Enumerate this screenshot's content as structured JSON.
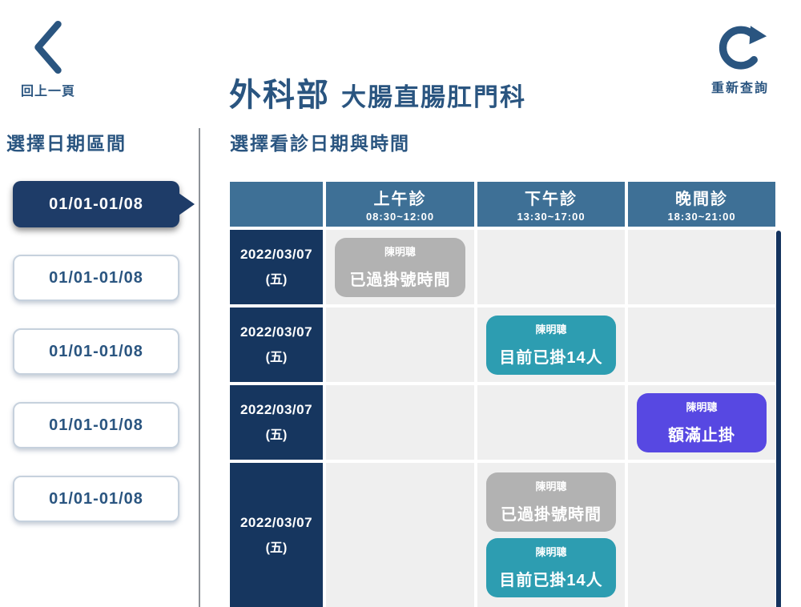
{
  "header": {
    "back_label": "回上一頁",
    "department": "外科部",
    "clinic": "大腸直腸肛門科",
    "refresh_label": "重新查詢"
  },
  "icons": {
    "back": "chevron-left-icon",
    "refresh": "refresh-clockwise-icon"
  },
  "sidebar": {
    "title": "選擇日期區間",
    "ranges": [
      {
        "label": "01/01-01/08",
        "selected": true
      },
      {
        "label": "01/01-01/08",
        "selected": false
      },
      {
        "label": "01/01-01/08",
        "selected": false
      },
      {
        "label": "01/01-01/08",
        "selected": false
      },
      {
        "label": "01/01-01/08",
        "selected": false
      }
    ]
  },
  "main": {
    "title": "選擇看診日期與時間",
    "table": {
      "columns": [
        {
          "label": "上午診",
          "time": "08:30~12:00"
        },
        {
          "label": "下午診",
          "time": "13:30~17:00"
        },
        {
          "label": "晚間診",
          "time": "18:30~21:00"
        }
      ],
      "rows": [
        {
          "date": "2022/03/07",
          "weekday": "(五)",
          "slots": {
            "morning": [
              {
                "doctor": "陳明聰",
                "status": "已過掛號時間",
                "type": "closed"
              }
            ],
            "afternoon": [],
            "evening": []
          }
        },
        {
          "date": "2022/03/07",
          "weekday": "(五)",
          "slots": {
            "morning": [],
            "afternoon": [
              {
                "doctor": "陳明聰",
                "status": "目前已掛14人",
                "type": "available"
              }
            ],
            "evening": []
          }
        },
        {
          "date": "2022/03/07",
          "weekday": "(五)",
          "slots": {
            "morning": [],
            "afternoon": [],
            "evening": [
              {
                "doctor": "陳明聰",
                "status": "額滿止掛",
                "type": "full"
              }
            ]
          }
        },
        {
          "date": "2022/03/07",
          "weekday": "(五)",
          "slots": {
            "morning": [],
            "afternoon": [
              {
                "doctor": "陳明聰",
                "status": "已過掛號時間",
                "type": "closed"
              },
              {
                "doctor": "陳明聰",
                "status": "目前已掛14人",
                "type": "available"
              }
            ],
            "evening": []
          }
        }
      ]
    }
  },
  "colors": {
    "navy_text": "#2a5580",
    "header_cell_blue": "#3e7096",
    "date_cell_navy": "#16365f",
    "selected_button_navy": "#1e3c68",
    "card_closed_gray": "#b2b2b2",
    "card_available_teal": "#2d9db1",
    "card_full_purple": "#5748e2",
    "empty_cell_gray": "#efefef",
    "scrollbar_navy": "#14335e"
  }
}
